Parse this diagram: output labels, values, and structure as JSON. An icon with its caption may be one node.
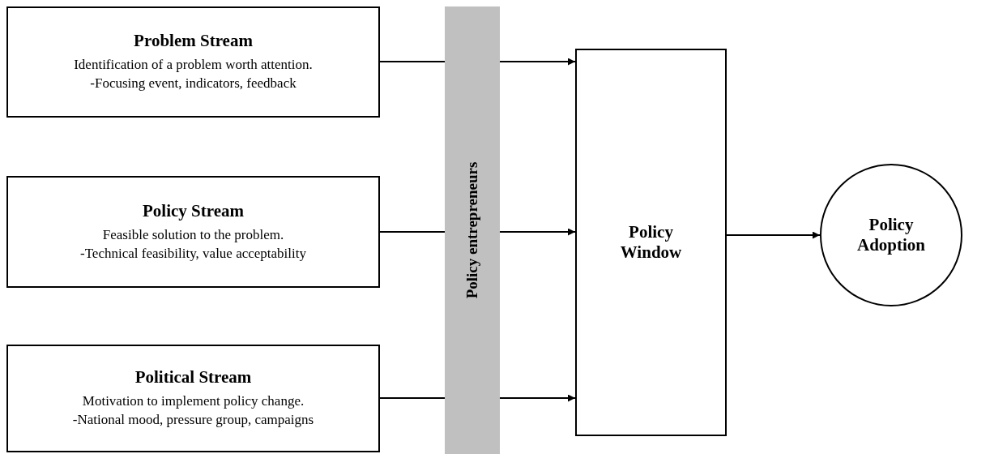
{
  "diagram": {
    "nodes": [
      {
        "text": [
          "Problem Stream",
          "Identification of a problem worth attention.",
          "-Focusing event, indicators, feedback"
        ]
      },
      {
        "text": [
          "Policy Stream",
          "Feasible solution to the problem.",
          "-Technical feasibility, value acceptability"
        ]
      },
      {
        "text": [
          "Political Stream",
          "Motivation to implement policy change.",
          "-National mood, pressure group, campaigns"
        ]
      },
      {
        "text": [
          "Policy entrepreneurs"
        ]
      },
      {
        "text": [
          "Policy Window"
        ]
      },
      {
        "text": [
          "Policy Adoption"
        ]
      }
    ],
    "edges": [
      {
        "from": 0,
        "to": 3,
        "arrow": "none"
      },
      {
        "from": 1,
        "to": 3,
        "arrow": "none"
      },
      {
        "from": 2,
        "to": 3,
        "arrow": "none"
      },
      {
        "from": 3,
        "to": 4,
        "arrow": "to"
      },
      {
        "from": 3,
        "to": 4,
        "arrow": "to"
      },
      {
        "from": 3,
        "to": 4,
        "arrow": "to"
      },
      {
        "from": 4,
        "to": 5,
        "arrow": "to"
      }
    ]
  }
}
